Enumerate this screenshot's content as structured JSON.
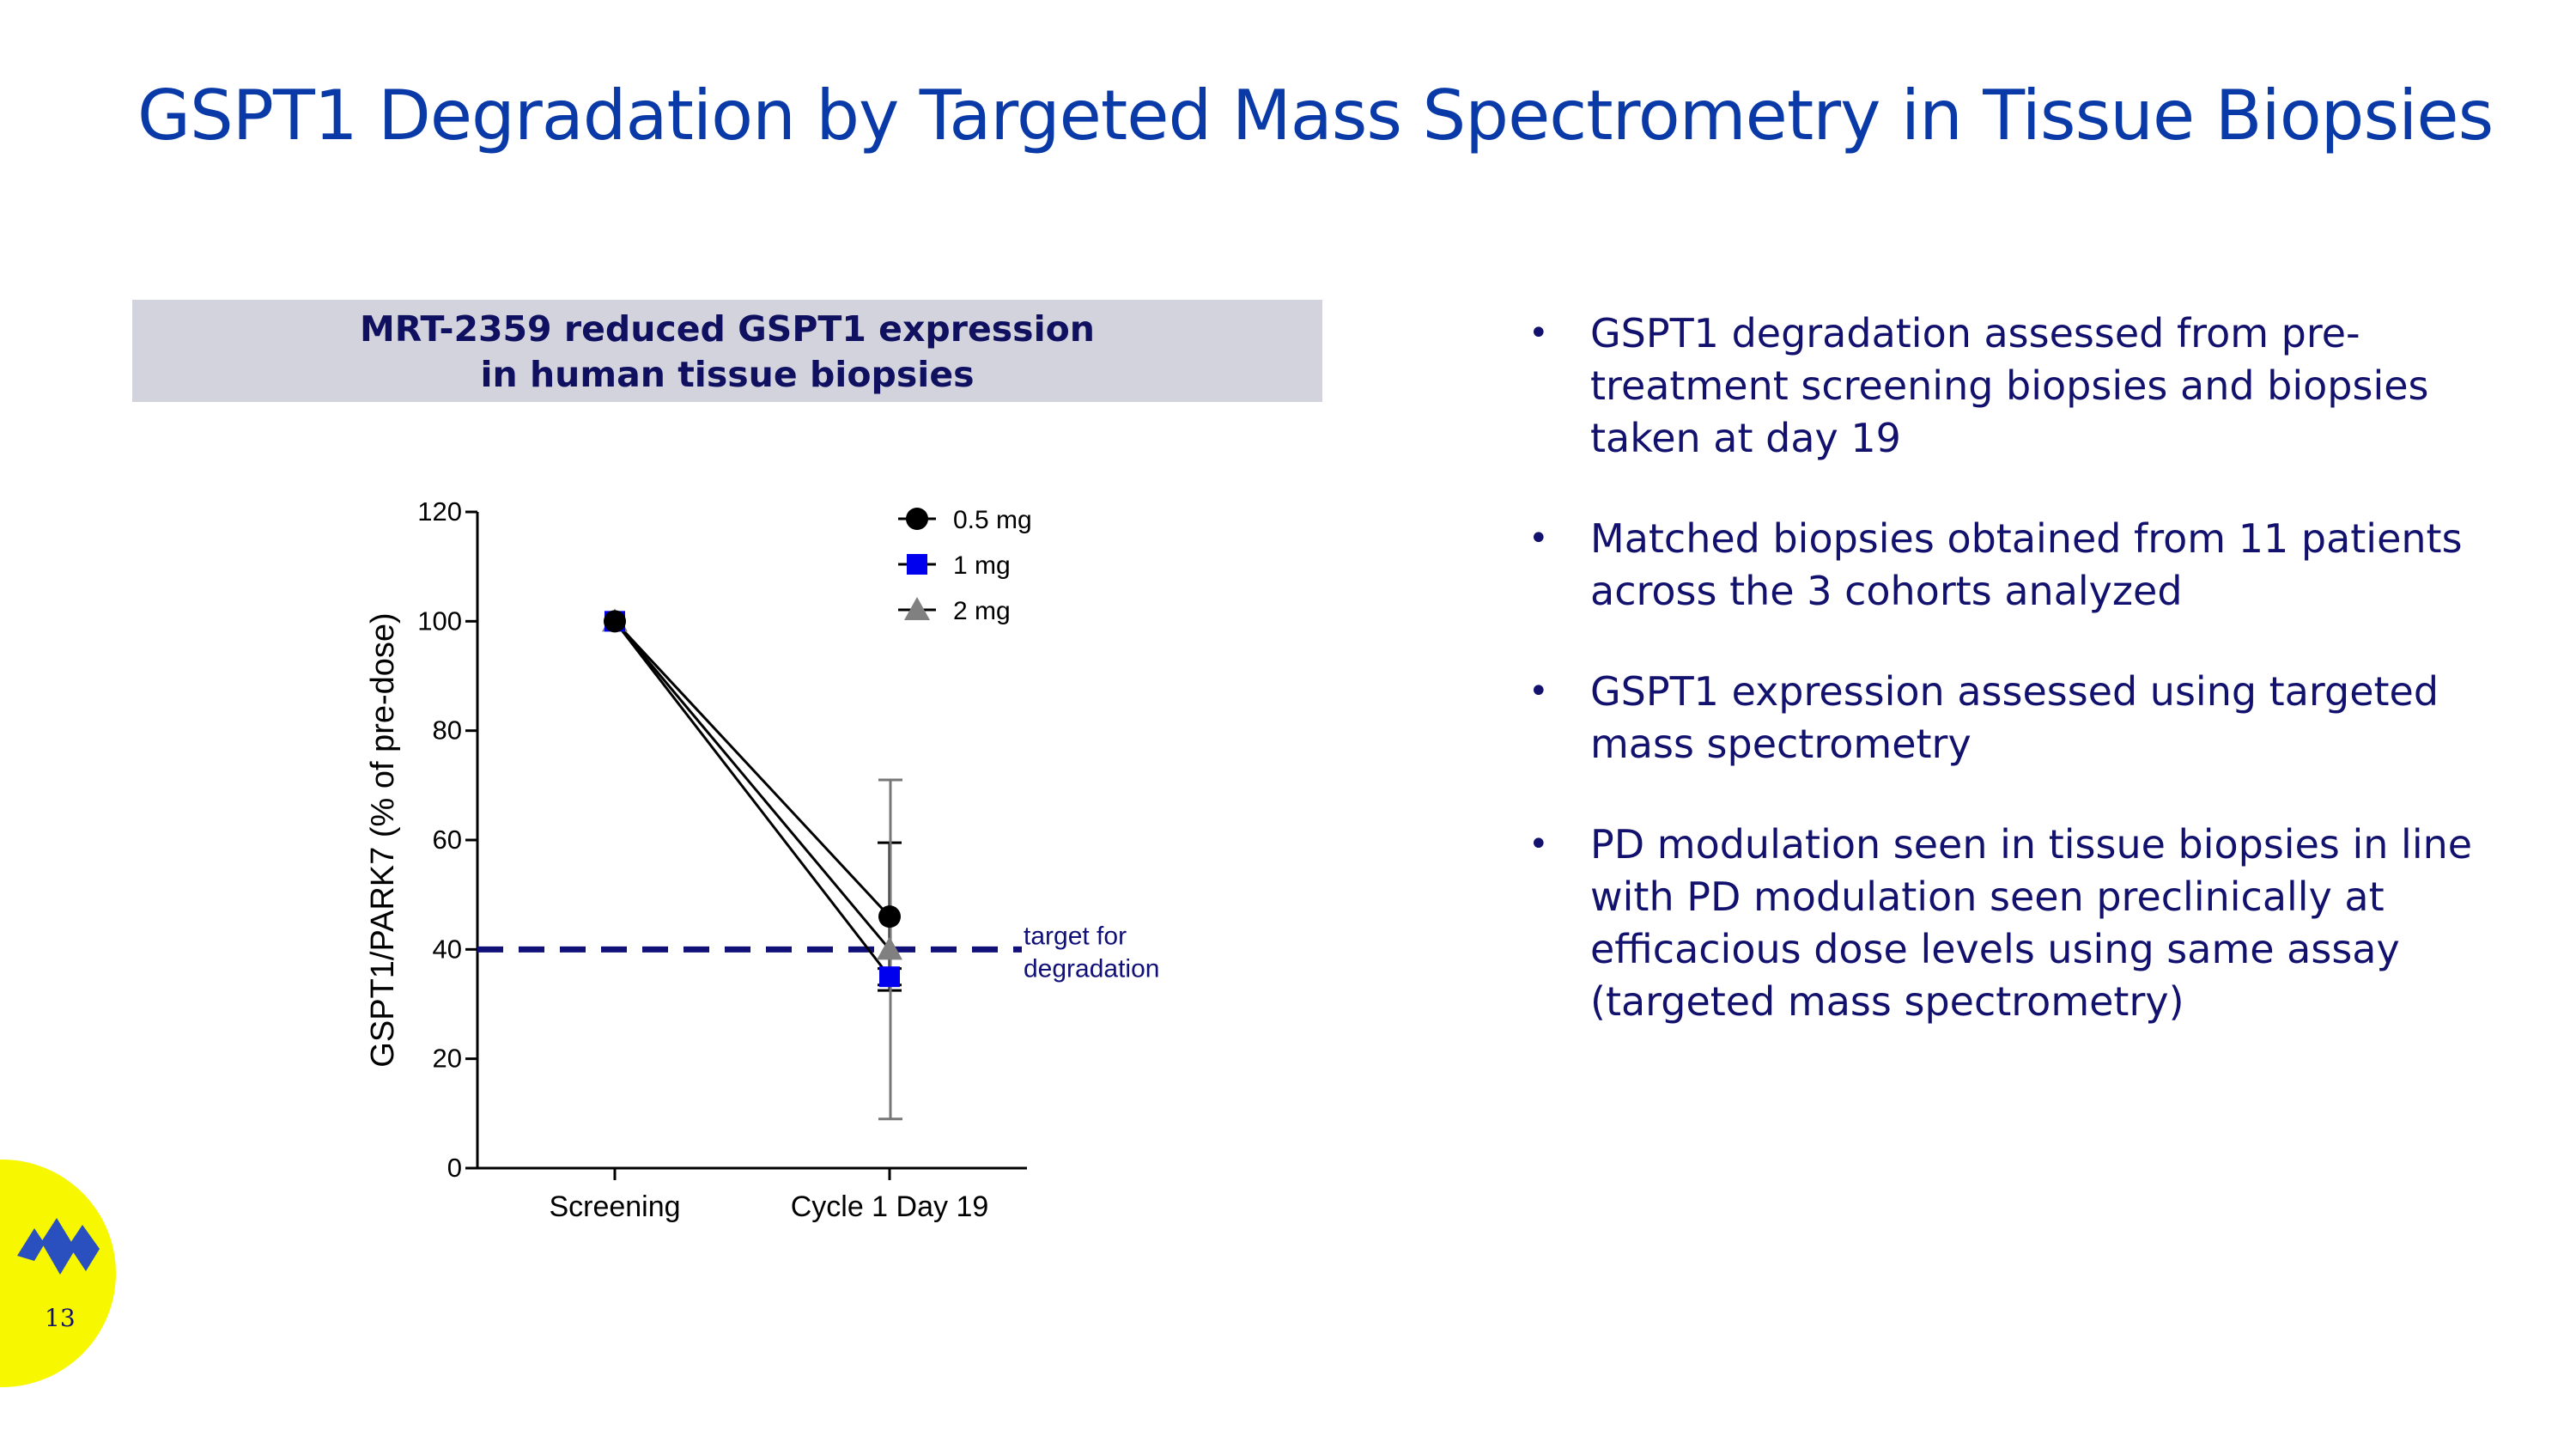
{
  "slide": {
    "title": "GSPT1 Degradation by Targeted Mass Spectrometry in Tissue Biopsies",
    "page_number": "13"
  },
  "chart_header": {
    "line1": "MRT-2359 reduced GSPT1 expression",
    "line2": "in human tissue biopsies"
  },
  "bullets": [
    "GSPT1 degradation assessed from pre-treatment screening biopsies and biopsies taken at day 19",
    "Matched biopsies obtained from 11 patients across the 3 cohorts analyzed",
    "GSPT1 expression assessed using targeted mass spectrometry",
    "PD modulation seen in tissue biopsies in line with PD modulation seen preclinically at efficacious dose levels using same assay (targeted mass spectrometry)"
  ],
  "colors": {
    "title": "#0a3aa8",
    "text": "#12126e",
    "header_bg": "#d3d3de",
    "logo_yellow": "#f7f700",
    "series_05": "#000000",
    "series_1": "#0000ee",
    "series_2": "#808080",
    "target_line": "#101078"
  },
  "chart_data": {
    "type": "line",
    "categories": [
      "Screening",
      "Cycle 1 Day 19"
    ],
    "ylabel": "GSPT1/PARK7 (% of pre-dose)",
    "xlabel": "",
    "ylim": [
      0,
      120
    ],
    "yticks": [
      0,
      20,
      40,
      60,
      80,
      100,
      120
    ],
    "grid": false,
    "legend_position": "top-right",
    "series": [
      {
        "name": "0.5 mg",
        "marker": "circle",
        "values": [
          100,
          46
        ],
        "error": [
          0,
          13.5
        ]
      },
      {
        "name": "1 mg",
        "marker": "square",
        "values": [
          100,
          35
        ],
        "error": [
          0,
          1.5
        ]
      },
      {
        "name": "2 mg",
        "marker": "triangle",
        "values": [
          100,
          40
        ],
        "error": [
          0,
          31
        ]
      }
    ],
    "reference_line": {
      "y": 40,
      "label_line1": "target for",
      "label_line2": "degradation"
    }
  }
}
